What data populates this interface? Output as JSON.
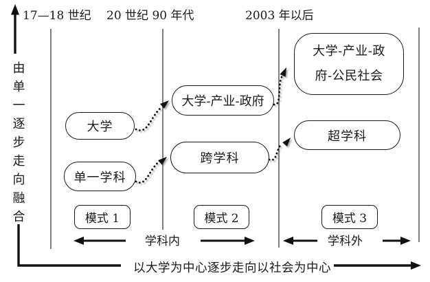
{
  "colors": {
    "ink": "#1a1a1a",
    "background": "#ffffff"
  },
  "y_axis": {
    "label": "由单一逐步走向融合"
  },
  "x_axis": {
    "label": "以大学为中心逐步走向以社会为中心"
  },
  "timeline": {
    "period1": "17—18 世纪",
    "period2": "20 世纪 90 年代",
    "period3": "2003 年以后"
  },
  "nodes": {
    "university": "大学",
    "single_discipline": "单一学科",
    "university_industry_government": "大学-产业-政府",
    "interdisciplinary": "跨学科",
    "uig_civil_line1": "大学-产业-政",
    "uig_civil_line2": "府-公民社会",
    "transdisciplinary": "超学科"
  },
  "modes": {
    "mode1": "模式 1",
    "mode2": "模式 2",
    "mode3": "模式 3"
  },
  "scopes": {
    "within": "学科内",
    "outside": "学科外"
  }
}
